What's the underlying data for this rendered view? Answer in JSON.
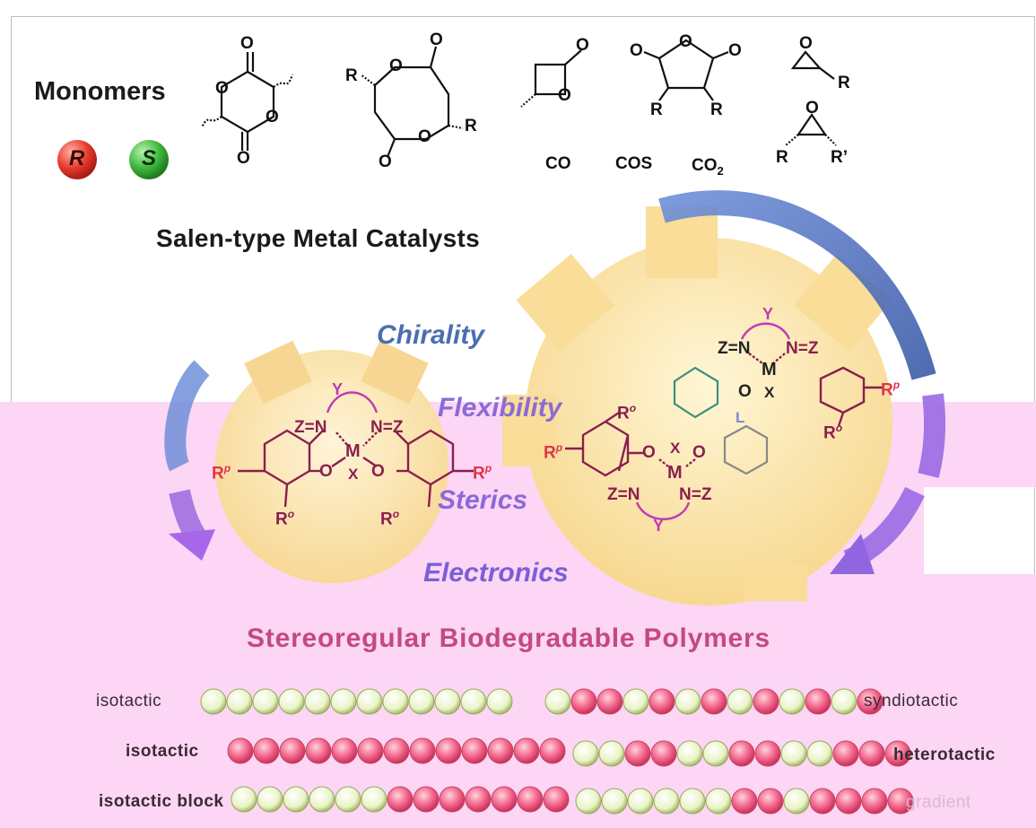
{
  "header": {
    "monomers_label": "Monomers",
    "chirality_r": "R",
    "chirality_s": "S",
    "salen_label": "Salen-type  Metal  Catalysts"
  },
  "monomers": {
    "lactide_o_top": "O",
    "lactide_o_bottom": "O",
    "lactide_o_ring_left": "O",
    "lactide_o_ring_right": "O",
    "dilactone_r_left": "R",
    "dilactone_r_right": "R",
    "dilactone_o_top": "O",
    "dilactone_o_bottom": "O",
    "dilactone_o_ring_top": "O",
    "dilactone_o_ring_bottom": "O",
    "lactone_o_carbonyl": "O",
    "lactone_o_ring": "O",
    "anhydride_o_ring": "O",
    "anhydride_o_left": "O",
    "anhydride_o_right": "O",
    "anhydride_r_left": "R",
    "anhydride_r_right": "R",
    "epoxide1_o": "O",
    "epoxide1_r": "R",
    "epoxide2_o": "O",
    "epoxide2_r": "R",
    "epoxide2_r_prime": "R’",
    "co": "CO",
    "cos": "COS",
    "co2_main": "CO",
    "co2_sub": "2"
  },
  "properties": {
    "chirality": "Chirality",
    "flexibility": "Flexibility",
    "sterics": "Sterics",
    "electronics": "Electronics"
  },
  "catalyst_left": {
    "y": "Y",
    "zn_left": "Z=N",
    "nz_right": "N=Z",
    "metal": "M",
    "x": "X",
    "o_left": "O",
    "o_right": "O",
    "rp_left": "R",
    "rp_right": "R",
    "ro_left": "R",
    "ro_right": "R",
    "sup_p": "p",
    "sup_o": "o"
  },
  "catalyst_right": {
    "y_top": "Y",
    "zn_top": "Z=N",
    "nz_top": "N=Z",
    "metal_top": "M",
    "x_top": "X",
    "o_top": "O",
    "l": "L",
    "rp_top_right": "R",
    "ro_top": "R",
    "ro_left": "R",
    "rp_left": "R",
    "o_mid_left": "O",
    "x_mid": "X",
    "o_mid_right": "O",
    "metal_mid": "M",
    "zn_bottom": "Z=N",
    "nz_bottom": "N=Z",
    "y_bottom": "Y",
    "sup_p": "p",
    "sup_o": "o"
  },
  "polymers": {
    "title": "Stereoregular  Biodegradable  Polymers",
    "isotactic_1": "isotactic",
    "isotactic_2": "isotactic",
    "isotactic_block": "isotactic block",
    "syndiotactic": "syndiotactic",
    "heterotactic": "heterotactic",
    "gradient": "gradient",
    "chains": {
      "isotactic_1": "GGGGGGGGGGGG",
      "syndiotactic": "GPPGPGPGPGPGP",
      "isotactic_2": "PPPPPPPPPPPPP",
      "heterotactic": "GGPPGGPPGGPPP",
      "isotactic_block": "GGGGGGPPPPPPP",
      "gradient": "GGGGGGPPGPPPP"
    }
  },
  "colors": {
    "arrow_blue": "#4f6fb5",
    "arrow_purple": "#9a6ae2",
    "magenta_bond": "#b0306a",
    "rp_red": "#e0344c",
    "teal_ring": "#3c8f7c",
    "gear_yellow": "#fbe3a0",
    "sphere_green": "#dff0b0",
    "sphere_pink": "#f06a8e"
  }
}
